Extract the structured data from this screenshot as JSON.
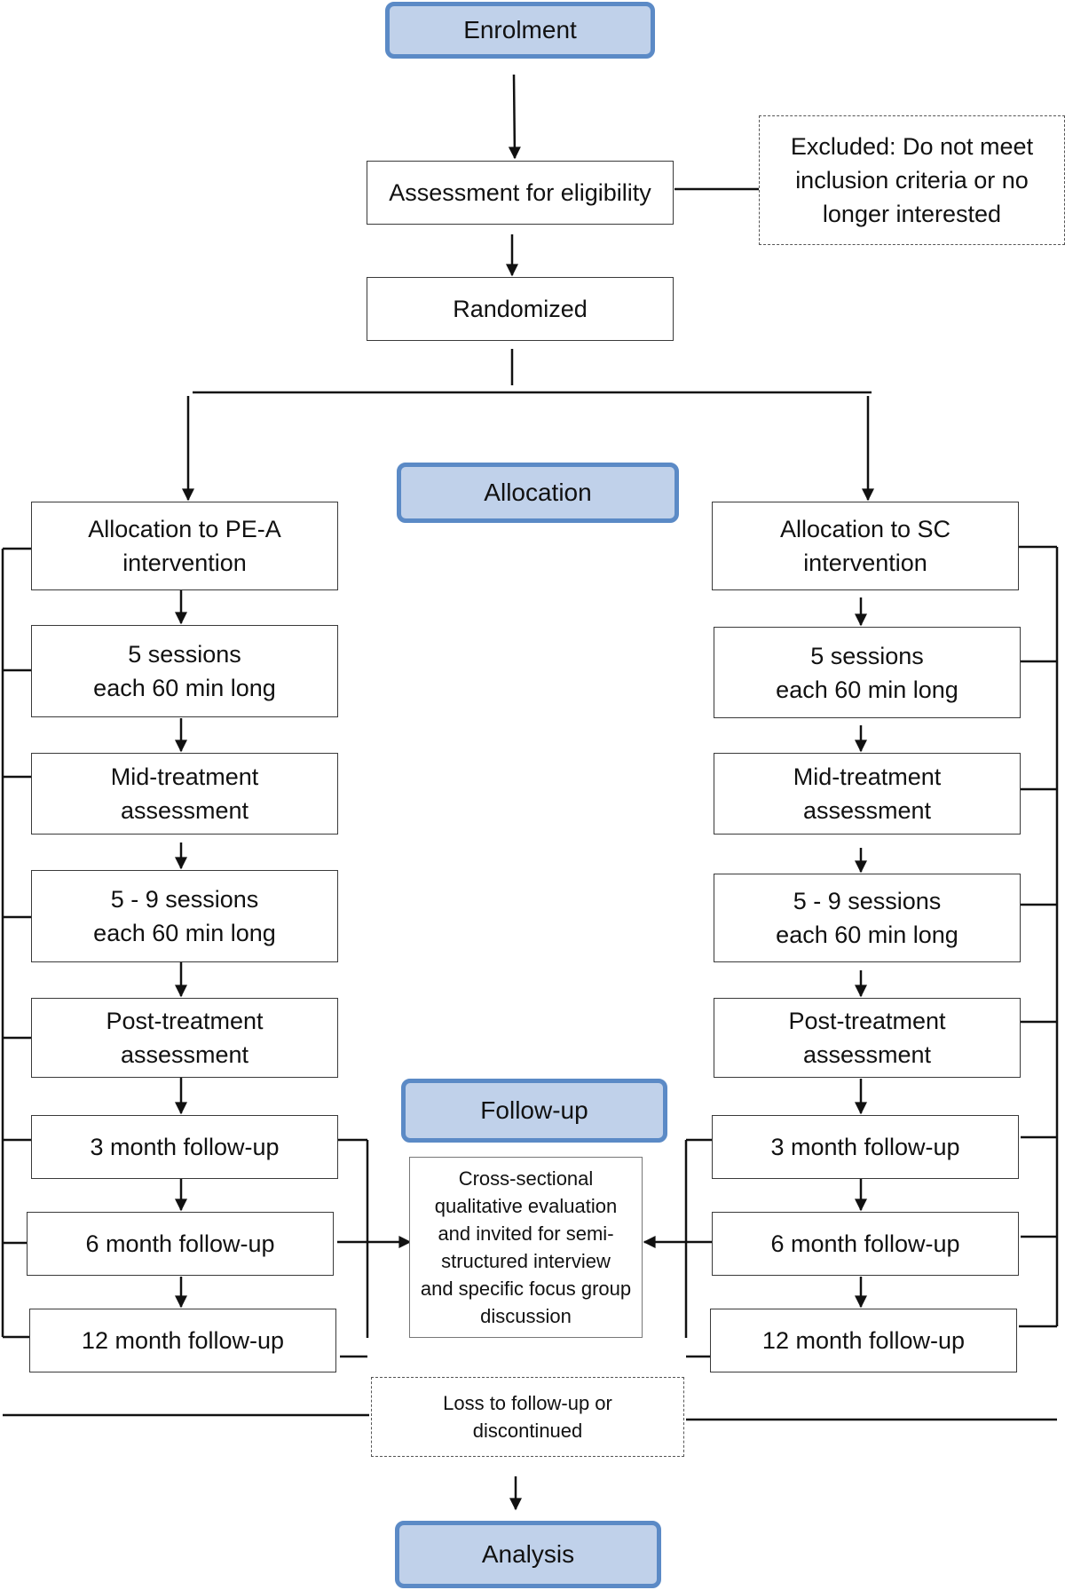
{
  "stages": {
    "enrolment": "Enrolment",
    "allocation": "Allocation",
    "follow_up": "Follow-up",
    "analysis": "Analysis"
  },
  "top": {
    "eligibility": "Assessment for eligibility",
    "excluded": "Excluded: Do not meet\ninclusion criteria or no\nlonger interested",
    "randomized": "Randomized"
  },
  "left_arm": [
    "Allocation to PE-A\nintervention",
    "5 sessions\neach 60 min long",
    "Mid-treatment\nassessment",
    "5 - 9 sessions\neach 60 min long",
    "Post-treatment\nassessment",
    "3 month follow-up",
    "6 month follow-up",
    "12 month follow-up"
  ],
  "right_arm": [
    "Allocation to SC\nintervention",
    "5 sessions\neach 60 min long",
    "Mid-treatment\nassessment",
    "5 - 9 sessions\neach 60 min long",
    "Post-treatment\nassessment",
    "3 month follow-up",
    "6 month follow-up",
    "12 month follow-up"
  ],
  "center": {
    "qualitative": "Cross-sectional\nqualitative evaluation\nand invited for semi-\nstructured interview\nand specific focus group\ndiscussion",
    "loss": "Loss to follow-up or\ndiscontinued"
  },
  "colors": {
    "stage_fill": "#c0d1ea",
    "stage_border": "#5b8ac6",
    "line": "#111111"
  }
}
